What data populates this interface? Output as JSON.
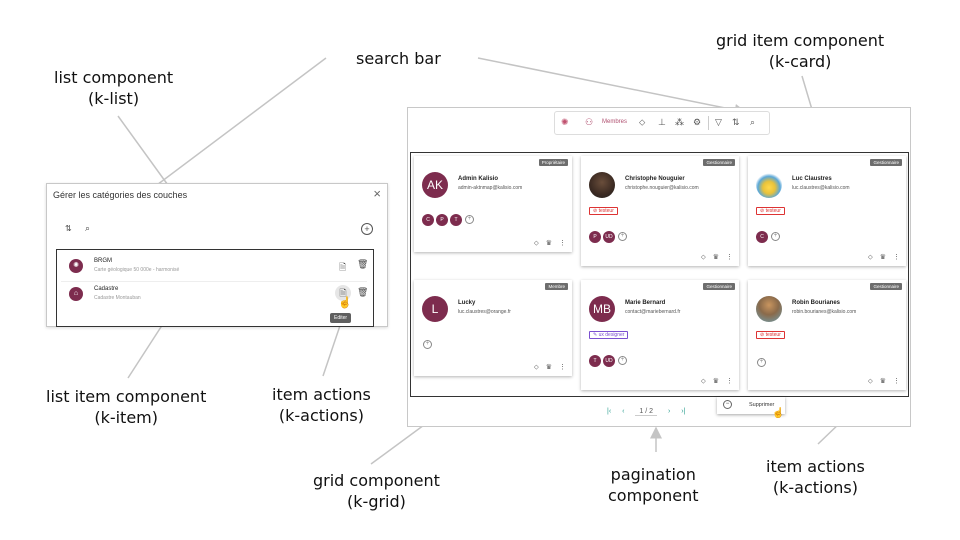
{
  "annotations": {
    "search_bar": "search bar",
    "list_component": [
      "list component",
      "(k-list)"
    ],
    "grid_item_component": [
      "grid item component",
      "(k-card)"
    ],
    "list_item_component": [
      "list item component",
      "(k-item)"
    ],
    "item_actions_left": [
      "item actions",
      "(k-actions)"
    ],
    "grid_component": [
      "grid component",
      "(k-grid)"
    ],
    "pagination_component": [
      "pagination",
      "component"
    ],
    "item_actions_right": [
      "item actions",
      "(k-actions)"
    ]
  },
  "dialog": {
    "title": "Gérer les catégories des couches",
    "close_icon": "×",
    "sort_icon": "⇅",
    "search_icon": "⌕",
    "add_icon": "+",
    "items": [
      {
        "name": "BRGM",
        "description": "Carte géologique 50 000e - harmonisé",
        "icon": "sun-icon"
      },
      {
        "name": "Cadastre",
        "description": "Cadastre Montauban",
        "icon": "map-icon"
      }
    ],
    "tooltip": "Editer"
  },
  "toolbar": {
    "label": "Membres"
  },
  "cards": [
    {
      "name": "Admin Kalisio",
      "email": "admin-aktnmap@kalisio.com",
      "role": "Propriétaire",
      "avatar": "AK",
      "chips": [
        "C",
        "P",
        "T"
      ],
      "tag": ""
    },
    {
      "name": "Christophe Nouguier",
      "email": "christophe.nouguier@kalisio.com",
      "role": "Gestionnaire",
      "avatar": "",
      "chips": [
        "P",
        "UD"
      ],
      "tag": "testeur"
    },
    {
      "name": "Luc Claustres",
      "email": "luc.claustres@kalisio.com",
      "role": "Gestionnaire",
      "avatar": "",
      "chips": [
        "C"
      ],
      "tag": "testeur"
    },
    {
      "name": "Lucky",
      "email": "luc.claustres@orange.fr",
      "role": "Membre",
      "avatar": "L",
      "chips": [],
      "tag": ""
    },
    {
      "name": "Marie Bernard",
      "email": "contact@mariebernard.fr",
      "role": "Gestionnaire",
      "avatar": "MB",
      "chips": [
        "T",
        "UD"
      ],
      "tag": "ux designer"
    },
    {
      "name": "Robin Bourianes",
      "email": "robin.bourianes@kalisio.com",
      "role": "Gestionnaire",
      "avatar": "",
      "chips": [],
      "tag": "testeur"
    }
  ],
  "pagination": {
    "first": "|‹",
    "prev": "‹",
    "page": "1 / 2",
    "next": "›",
    "last": "›|"
  },
  "popup": {
    "label": "Supprimer"
  },
  "colors": {
    "accent": "#7d2c4e",
    "tag_red": "#dd3333",
    "pager": "#2a9d8f"
  }
}
